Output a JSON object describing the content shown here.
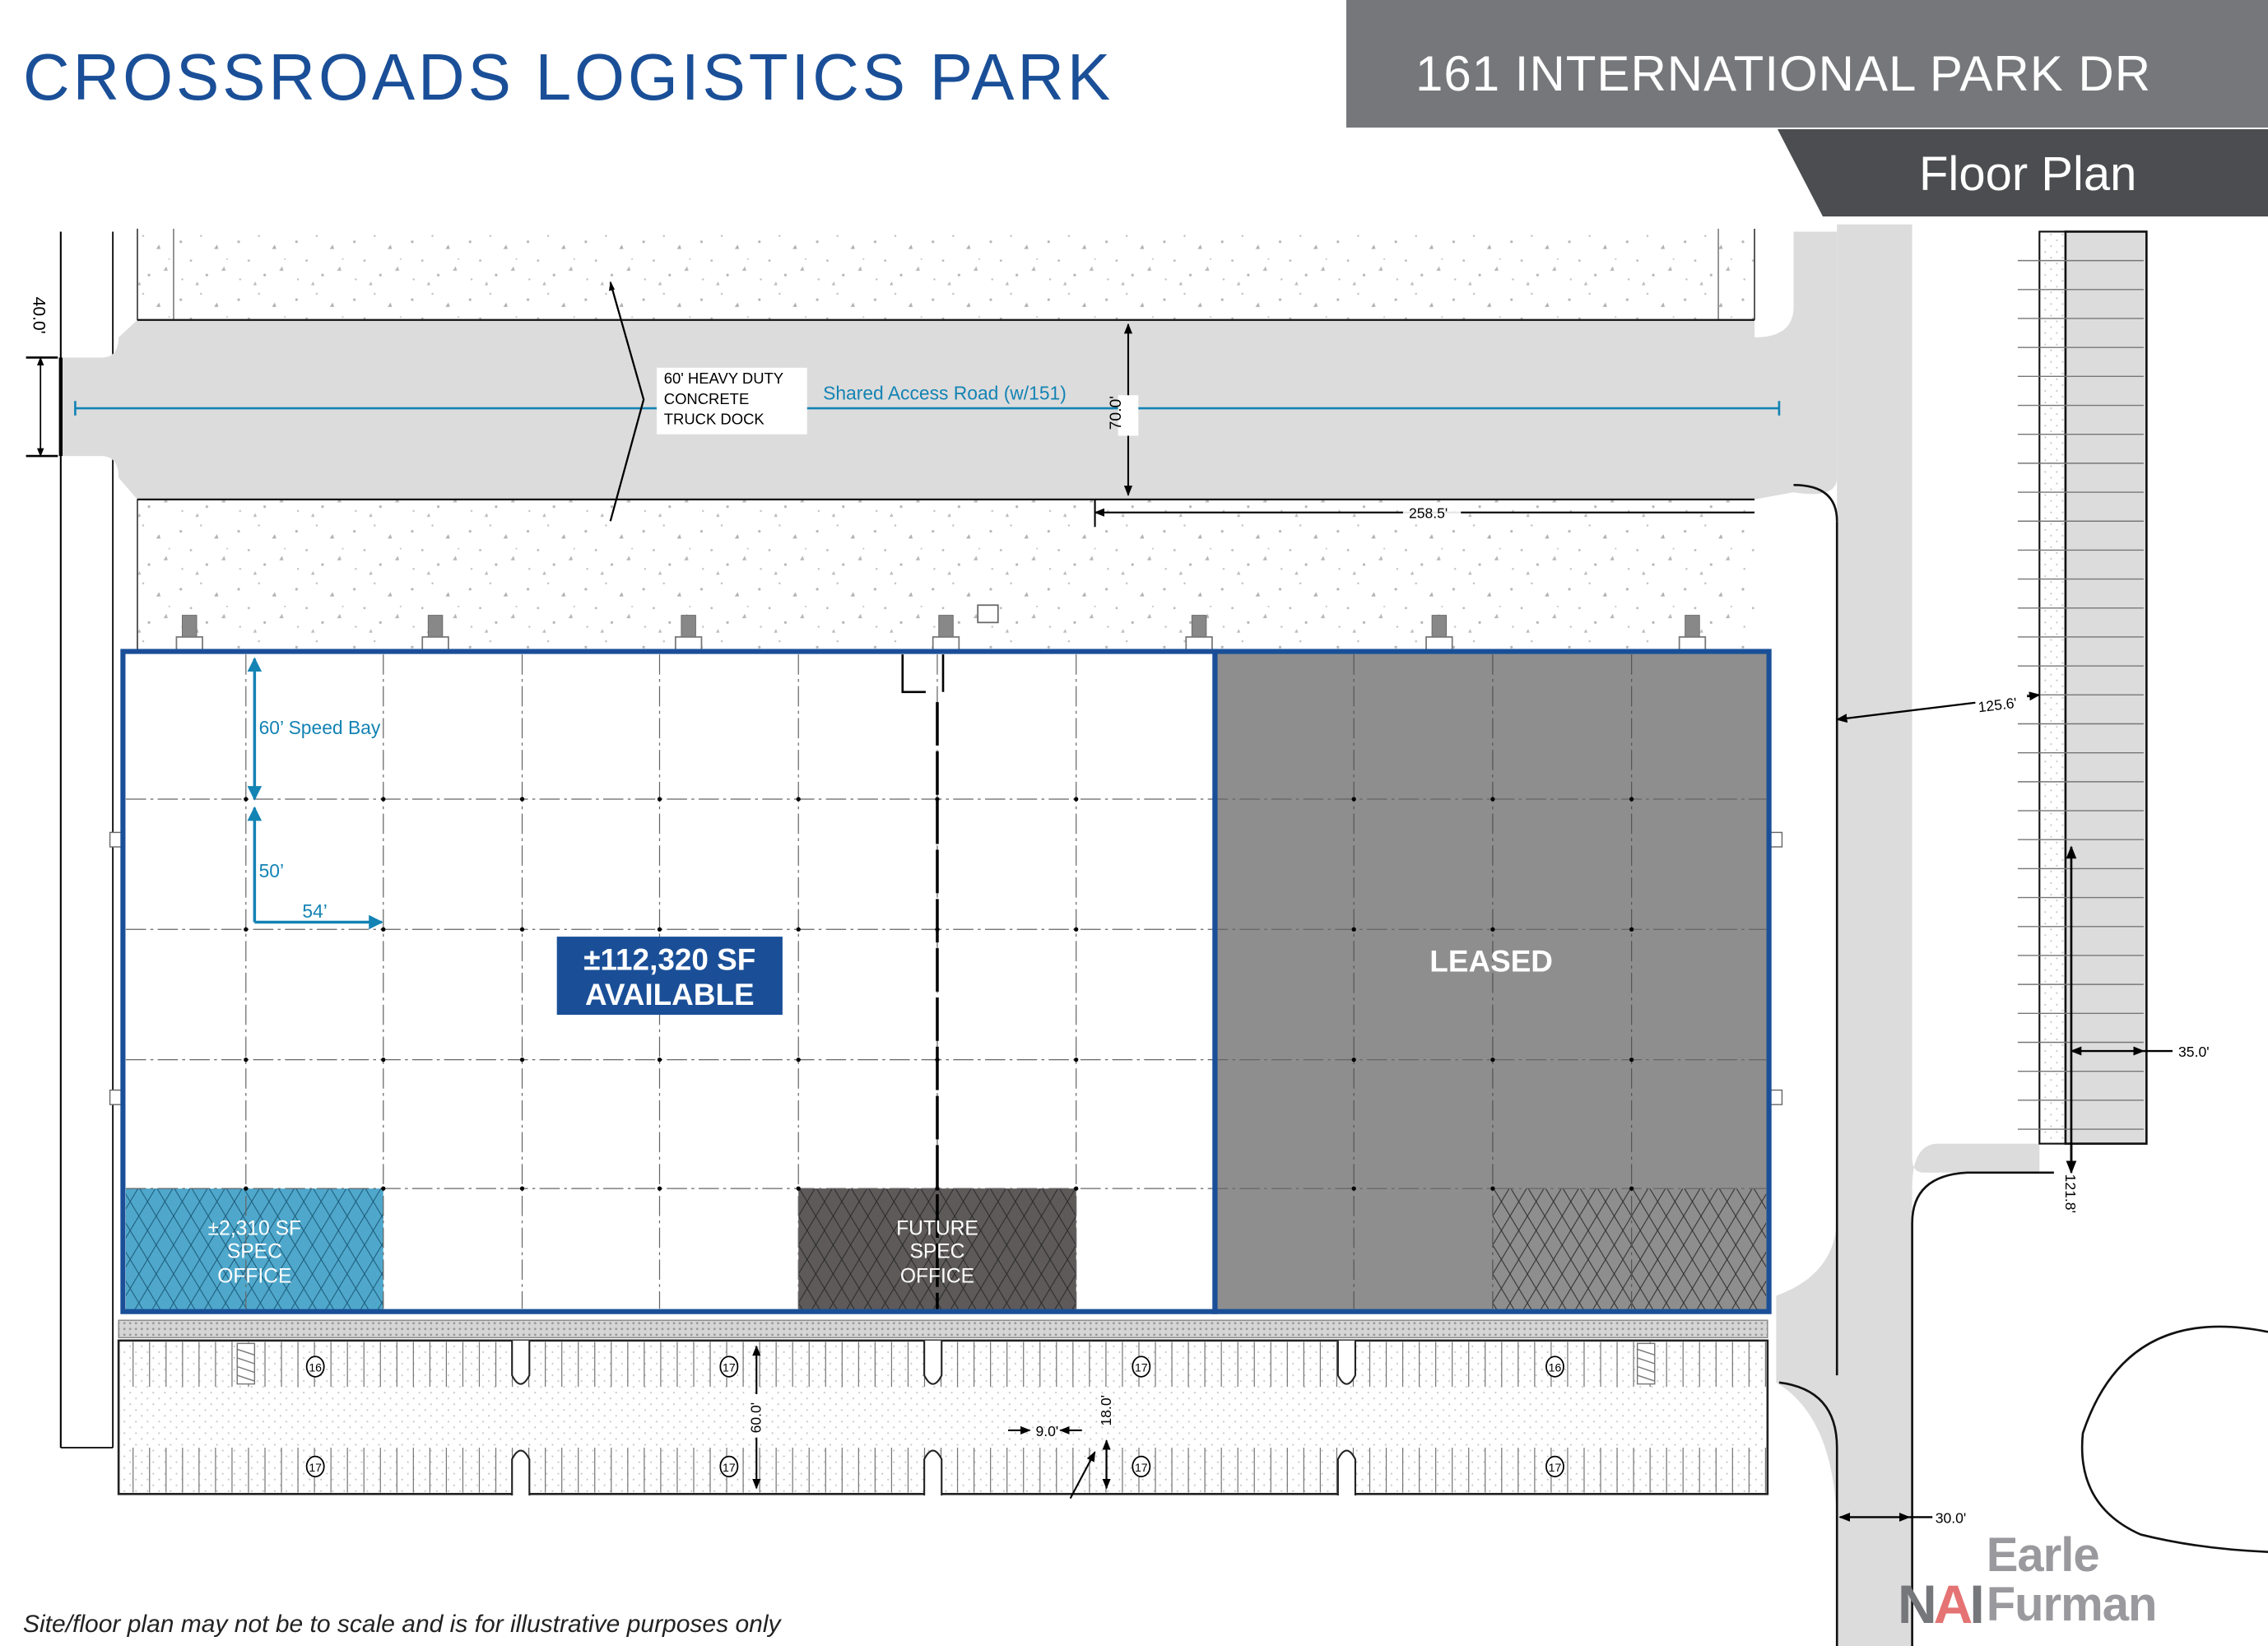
{
  "header": {
    "title": "CROSSROADS LOGISTICS PARK",
    "address": "161 INTERNATIONAL PARK DR",
    "subtitle": "Floor Plan"
  },
  "colors": {
    "brand_blue": "#1a4f98",
    "annotation_blue": "#1383b4",
    "office_blue": "#4fa8cc",
    "future_office": "#5e5a5a",
    "leased_gray": "#8e8e8e",
    "road_gray": "#dcdcdc",
    "header_gray": "#76777b",
    "subheader_gray": "#4c4d50",
    "logo_red": "#e57373"
  },
  "plan": {
    "truck_dock_note": [
      "60' HEAVY DUTY",
      "CONCRETE",
      "TRUCK DOCK"
    ],
    "shared_road_label": "Shared Access Road (w/151)",
    "speed_bay_label": "60’ Speed Bay",
    "column_spacing_vertical": "50’",
    "column_spacing_horizontal": "54’",
    "available": {
      "area": "±112,320 SF",
      "status": "AVAILABLE"
    },
    "leased_label": "LEASED",
    "spec_office": [
      "±2,310 SF",
      "SPEC",
      "OFFICE"
    ],
    "future_office": [
      "FUTURE",
      "SPEC",
      "OFFICE"
    ],
    "dimensions": {
      "entry_width": "40.0'",
      "road_width": "70.0'",
      "dock_length": "258.5'",
      "side_setback": "125.6'",
      "trailer_depth": "35.0'",
      "trailer_length": "121.8'",
      "parking_aisle": "60.0'",
      "stall_width": "9.0'",
      "stall_depth": "18.0'",
      "drive_width": "30.0'"
    },
    "parking_counts": {
      "top_row": [
        "16",
        "17",
        "17",
        "16"
      ],
      "bottom_row": [
        "17",
        "17",
        "17",
        "17"
      ]
    }
  },
  "footer": {
    "disclaimer": "Site/floor plan may not be to scale and is for illustrative purposes only",
    "logo_mark": "NAI",
    "logo_text": "Earle Furman"
  }
}
